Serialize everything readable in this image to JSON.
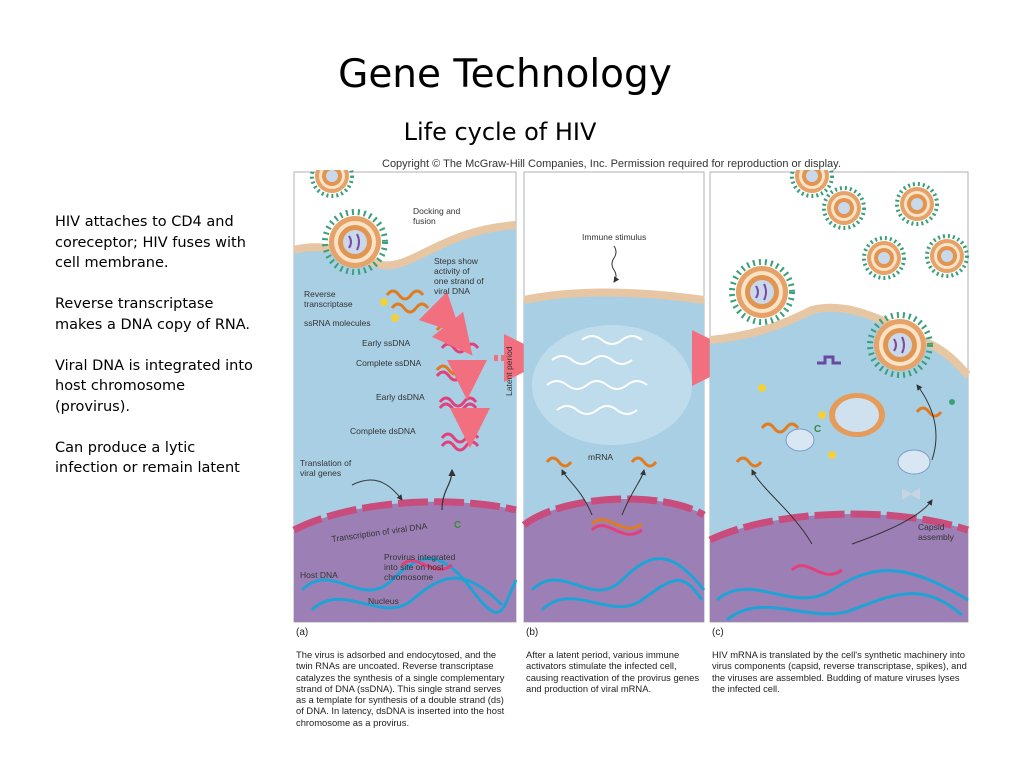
{
  "slide": {
    "title": "Gene Technology",
    "subtitle": "Life cycle of HIV",
    "bullets": [
      "HIV attaches to CD4 and coreceptor; HIV fuses with cell membrane.",
      "Reverse transcriptase makes a DNA copy of RNA.",
      "Viral DNA is integrated into host chromosome (provirus).",
      "Can produce a lytic infection or remain latent"
    ]
  },
  "figure": {
    "copyright": "Copyright © The McGraw-Hill Companies, Inc. Permission required for reproduction or display.",
    "panel_a": {
      "letter": "(a)",
      "labels": {
        "docking": [
          "Docking and",
          "fusion"
        ],
        "steps": [
          "Steps show",
          "activity of",
          "one strand of",
          "viral DNA"
        ],
        "rt": [
          "Reverse",
          "transcriptase"
        ],
        "ssrna": "ssRNA molecules",
        "early_ssdna": "Early ssDNA",
        "complete_ssdna": "Complete ssDNA",
        "early_dsdna": "Early dsDNA",
        "complete_dsdna": "Complete dsDNA",
        "translation": [
          "Translation of",
          "viral genes"
        ],
        "transcription": "Transcription of viral DNA",
        "provirus": [
          "Provirus integrated",
          "into site on host",
          "chromosome"
        ],
        "host_dna": "Host DNA",
        "nucleus": "Nucleus"
      },
      "caption": "The virus is adsorbed and endocytosed, and the twin RNAs are uncoated. Reverse transcriptase catalyzes the synthesis of a single complementary strand of DNA (ssDNA). This single strand serves as a template for synthesis of a double strand (ds) of DNA. In latency, dsDNA is inserted into the host chromosome as a provirus."
    },
    "panel_b": {
      "letter": "(b)",
      "labels": {
        "immune": "Immune stimulus",
        "latent": "Latent period",
        "mrna": "mRNA"
      },
      "caption": "After a latent period, various immune activators stimulate the infected cell, causing reactivation of the provirus genes and production of viral mRNA."
    },
    "panel_c": {
      "letter": "(c)",
      "labels": {
        "capsid": [
          "Capsid",
          "assembly"
        ]
      },
      "caption": "HIV mRNA is translated by the cell's synthetic machinery into virus components (capsid, reverse transcriptase, spikes), and the viruses are assembled. Budding of mature viruses lyses the infected cell."
    },
    "letters": {
      "c1": "C",
      "c2": "C"
    },
    "colors": {
      "cytoplasm": "#a9cfe4",
      "membrane": "#e7c6a3",
      "nucleus": "#9c80b5",
      "nucleus_rim": "#c84c7c",
      "rna": "#e07b20",
      "dna_pink": "#e2407a",
      "dna_blue": "#1ea3d6",
      "virion_spike": "#3aa07a",
      "virion_shell": "#e09550"
    }
  }
}
